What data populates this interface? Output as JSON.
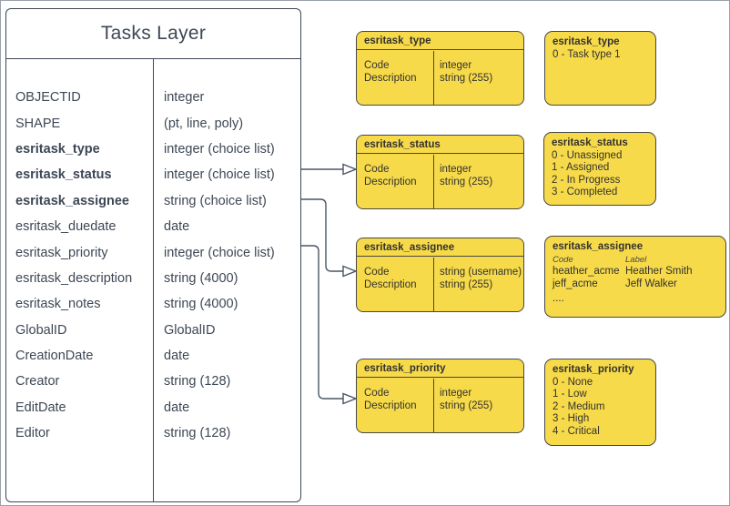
{
  "tasks_layer": {
    "title": "Tasks Layer",
    "fields": [
      {
        "name": "OBJECTID",
        "type": "integer"
      },
      {
        "name": "SHAPE",
        "type": "(pt, line, poly)"
      },
      {
        "name": "esritask_type",
        "type": "integer (choice list)"
      },
      {
        "name": "esritask_status",
        "type": "integer (choice list)"
      },
      {
        "name": "esritask_assignee",
        "type": "string (choice list)"
      },
      {
        "name": "esritask_duedate",
        "type": "date"
      },
      {
        "name": "esritask_priority",
        "type": "integer (choice list)"
      },
      {
        "name": "esritask_description",
        "type": "string (4000)"
      },
      {
        "name": "esritask_notes",
        "type": "string (4000)"
      },
      {
        "name": "GlobalID",
        "type": "GlobalID"
      },
      {
        "name": "CreationDate",
        "type": "date"
      },
      {
        "name": "Creator",
        "type": "string (128)"
      },
      {
        "name": "EditDate",
        "type": "date"
      },
      {
        "name": "Editor",
        "type": "string (128)"
      }
    ]
  },
  "schema_boxes": [
    {
      "title": "esritask_type",
      "left_rows": [
        "Code",
        "Description"
      ],
      "right_rows": [
        "integer",
        "string (255)"
      ]
    },
    {
      "title": "esritask_status",
      "left_rows": [
        "Code",
        "Description"
      ],
      "right_rows": [
        "integer",
        "string (255)"
      ]
    },
    {
      "title": "esritask_assignee",
      "left_rows": [
        "Code",
        "Description"
      ],
      "right_rows": [
        "string  (username)",
        "string (255)"
      ]
    },
    {
      "title": "esritask_priority",
      "left_rows": [
        "Code",
        "Description"
      ],
      "right_rows": [
        "integer",
        "string (255)"
      ]
    }
  ],
  "value_boxes": {
    "type": {
      "title": "esritask_type",
      "values": [
        "0 - Task type 1"
      ]
    },
    "status": {
      "title": "esritask_status",
      "values": [
        "0 - Unassigned",
        "1 - Assigned",
        "2 - In Progress",
        "3 - Completed"
      ]
    },
    "assignee": {
      "title": "esritask_assignee",
      "col_headers": [
        "Code",
        "Label"
      ],
      "rows": [
        [
          "heather_acme",
          "Heather Smith"
        ],
        [
          "jeff_acme",
          "Jeff Walker"
        ]
      ],
      "more": "...."
    },
    "priority": {
      "title": "esritask_priority",
      "values": [
        "0 - None",
        "1 - Low",
        "2 - Medium",
        "3 - High",
        "4 - Critical"
      ]
    }
  },
  "colors": {
    "box_fill": "#F7DA4A",
    "box_border": "#474747",
    "table_border": "#3d4754",
    "connector": "#4a5562"
  }
}
